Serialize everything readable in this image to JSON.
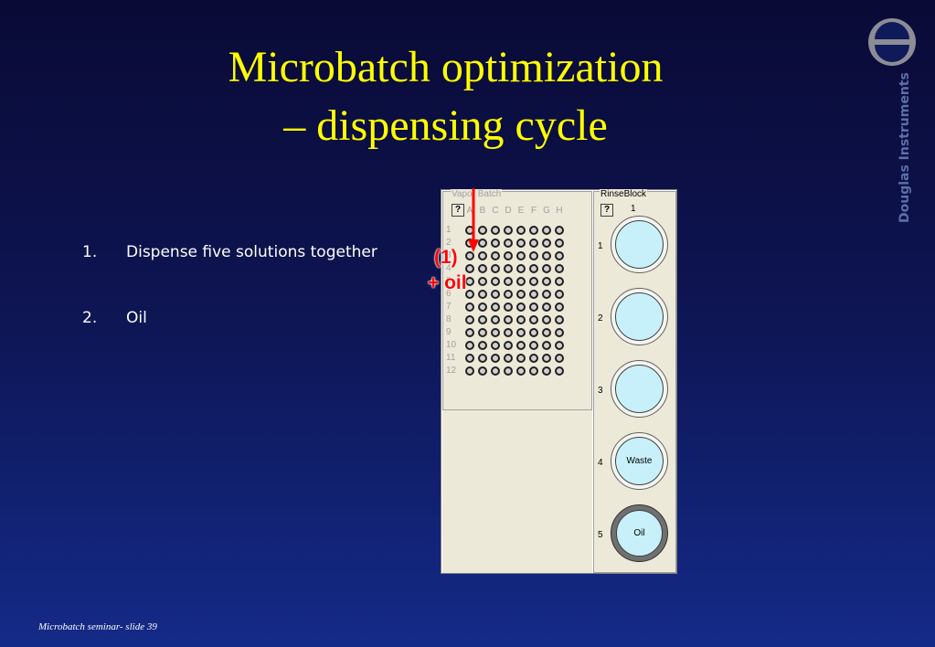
{
  "slide": {
    "title_line1": "Microbatch optimization",
    "title_line2": "– dispensing cycle",
    "brand": "Douglas Instruments",
    "footer": "Microbatch seminar- slide 39"
  },
  "bullets": [
    {
      "num": "1.",
      "text": "Dispense five solutions together"
    },
    {
      "num": "2.",
      "text": "Oil"
    }
  ],
  "plate": {
    "legend": "Vapor Batch",
    "help": "?",
    "columns": [
      "A",
      "B",
      "C",
      "D",
      "E",
      "F",
      "G",
      "H"
    ],
    "rows": [
      "1",
      "2",
      "3",
      "4",
      "5",
      "6",
      "7",
      "8",
      "9",
      "10",
      "11",
      "12"
    ]
  },
  "rinse": {
    "legend": "RinseBlock",
    "help": "?",
    "column": "1",
    "reservoirs": [
      {
        "num": "1",
        "label": ""
      },
      {
        "num": "2",
        "label": ""
      },
      {
        "num": "3",
        "label": ""
      },
      {
        "num": "4",
        "label": "Waste"
      },
      {
        "num": "5",
        "label": "Oil"
      }
    ]
  },
  "callout": {
    "line1": "(1)",
    "line2": "+ oil"
  },
  "colors": {
    "title": "#ffff00",
    "callout": "#ff0000",
    "reservoir": "#c8f0fa"
  }
}
